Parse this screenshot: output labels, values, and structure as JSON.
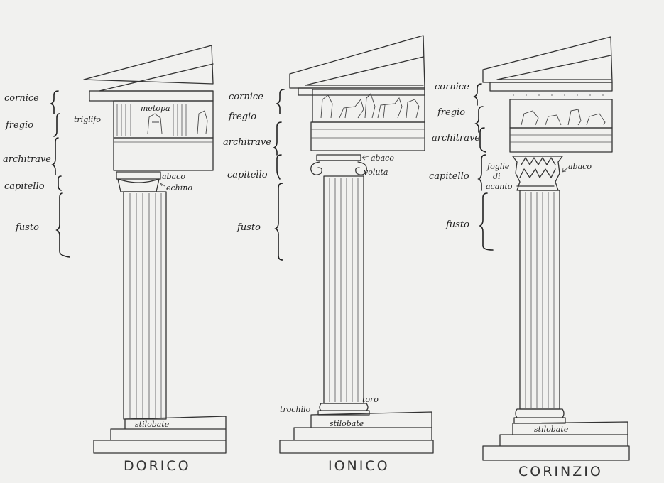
{
  "orders": [
    {
      "title": "DORICO",
      "labels": {
        "cornice": "cornice",
        "fregio": "fregio",
        "architrave": "architrave",
        "capitello": "capitello",
        "fusto": "fusto",
        "triglifo": "triglifo",
        "metopa": "metopa",
        "abaco": "abaco",
        "echino": "echino",
        "stilobate": "stilobate"
      }
    },
    {
      "title": "IONICO",
      "labels": {
        "cornice": "cornice",
        "fregio": "fregio",
        "architrave": "architrave",
        "capitello": "capitello",
        "fusto": "fusto",
        "abaco": "abaco",
        "voluta": "voluta",
        "trochilo": "trochilo",
        "toro": "toro",
        "stilobate": "stilobate"
      }
    },
    {
      "title": "CORINZIO",
      "labels": {
        "cornice": "cornice",
        "fregio": "fregio",
        "architrave": "architrave",
        "capitello": "capitello",
        "fusto": "fusto",
        "foglie": "foglie",
        "di": "di",
        "acanto": "acanto",
        "abaco": "abaco",
        "stilobate": "stilobate"
      }
    }
  ]
}
